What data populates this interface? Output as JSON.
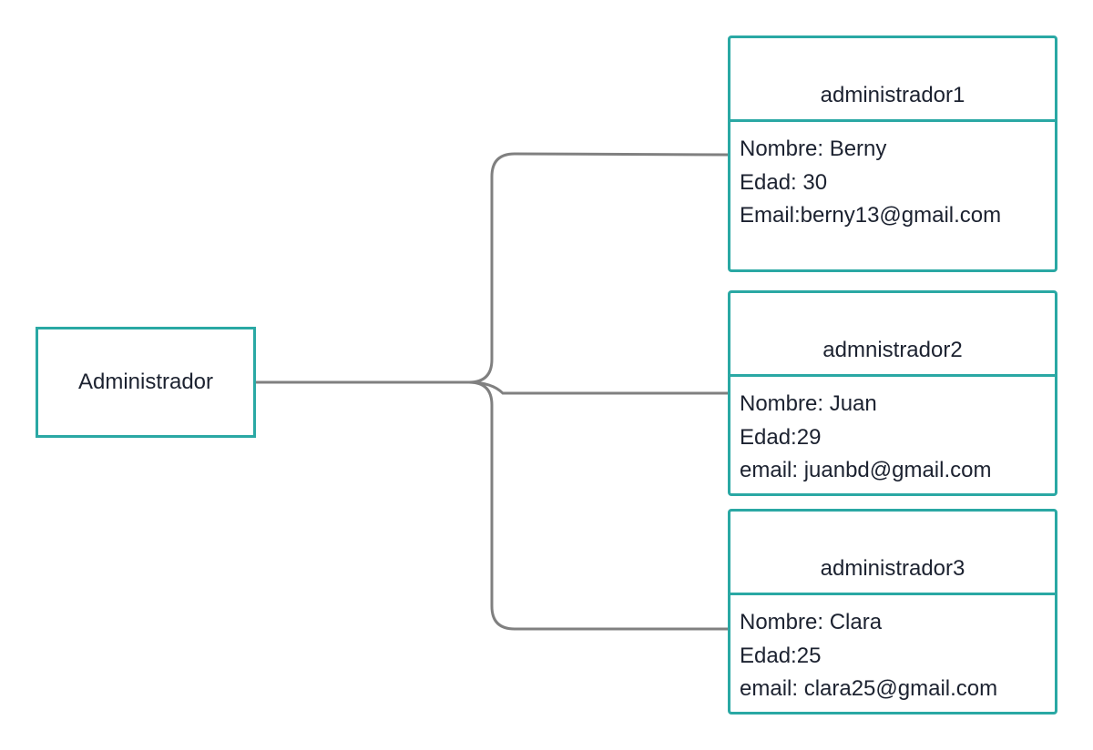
{
  "diagram": {
    "root": {
      "label": "Administrador"
    },
    "children": [
      {
        "title": "administrador1",
        "fields": [
          "Nombre: Berny",
          "Edad: 30",
          "Email:berny13@gmail.com"
        ]
      },
      {
        "title": "admnistrador2",
        "fields": [
          "Nombre: Juan",
          "Edad:29",
          "email: juanbd@gmail.com"
        ]
      },
      {
        "title": "administrador3",
        "fields": [
          "Nombre: Clara",
          "Edad:25",
          "email: clara25@gmail.com"
        ]
      }
    ],
    "colors": {
      "node_border": "#2aa8a4",
      "connector": "#808080",
      "text": "#1c2230"
    }
  }
}
